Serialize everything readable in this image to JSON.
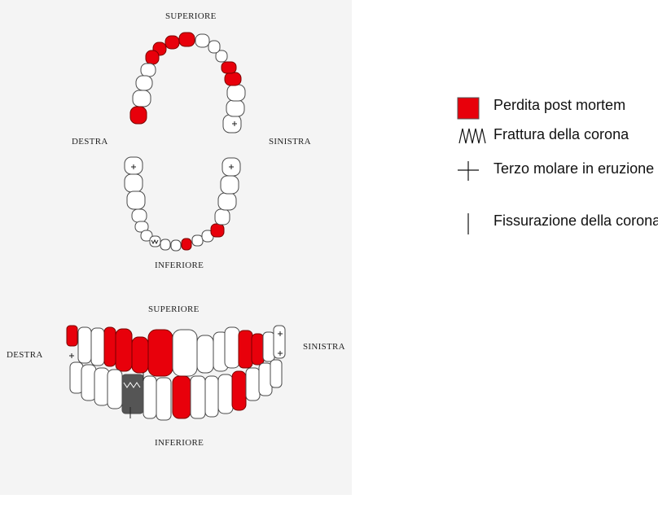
{
  "occlusal_view": {
    "top_label": "SUPERIORE",
    "bottom_label": "INFERIORE",
    "left_label": "DESTRA",
    "right_label": "SINISTRA"
  },
  "frontal_view": {
    "top_label": "SUPERIORE",
    "bottom_label": "INFERIORE",
    "left_label": "DESTRA",
    "right_label": "SINISTRA"
  },
  "legend": [
    {
      "icon": "red-square-icon",
      "text": "Perdita post mortem",
      "color": "#e8000b"
    },
    {
      "icon": "zigzag-fracture-icon",
      "text": "Frattura della corona"
    },
    {
      "icon": "cross-icon",
      "text": "Terzo molare in eruzione"
    },
    {
      "icon": "vertical-line-icon",
      "text": "Fissurazione della corona"
    }
  ],
  "colors": {
    "lost": "#e8000b",
    "background": "#f4f4f4"
  }
}
